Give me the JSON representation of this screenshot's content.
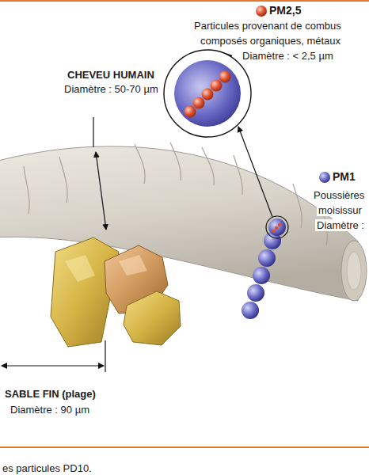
{
  "diagram": {
    "caption": "es particules PD10.",
    "labels": [
      "CHEVEU HUMAIN",
      "Diamètre : 50-70 µm",
      "PM2,5",
      "Particules provenant de combus",
      "composés organiques, métaux",
      "Diamètre : < 2,5 µm",
      "PM1",
      "Poussières",
      "moisissur",
      "Diamètre :",
      "SABLE FIN (plage)",
      "Diamètre : 90 µm"
    ]
  }
}
